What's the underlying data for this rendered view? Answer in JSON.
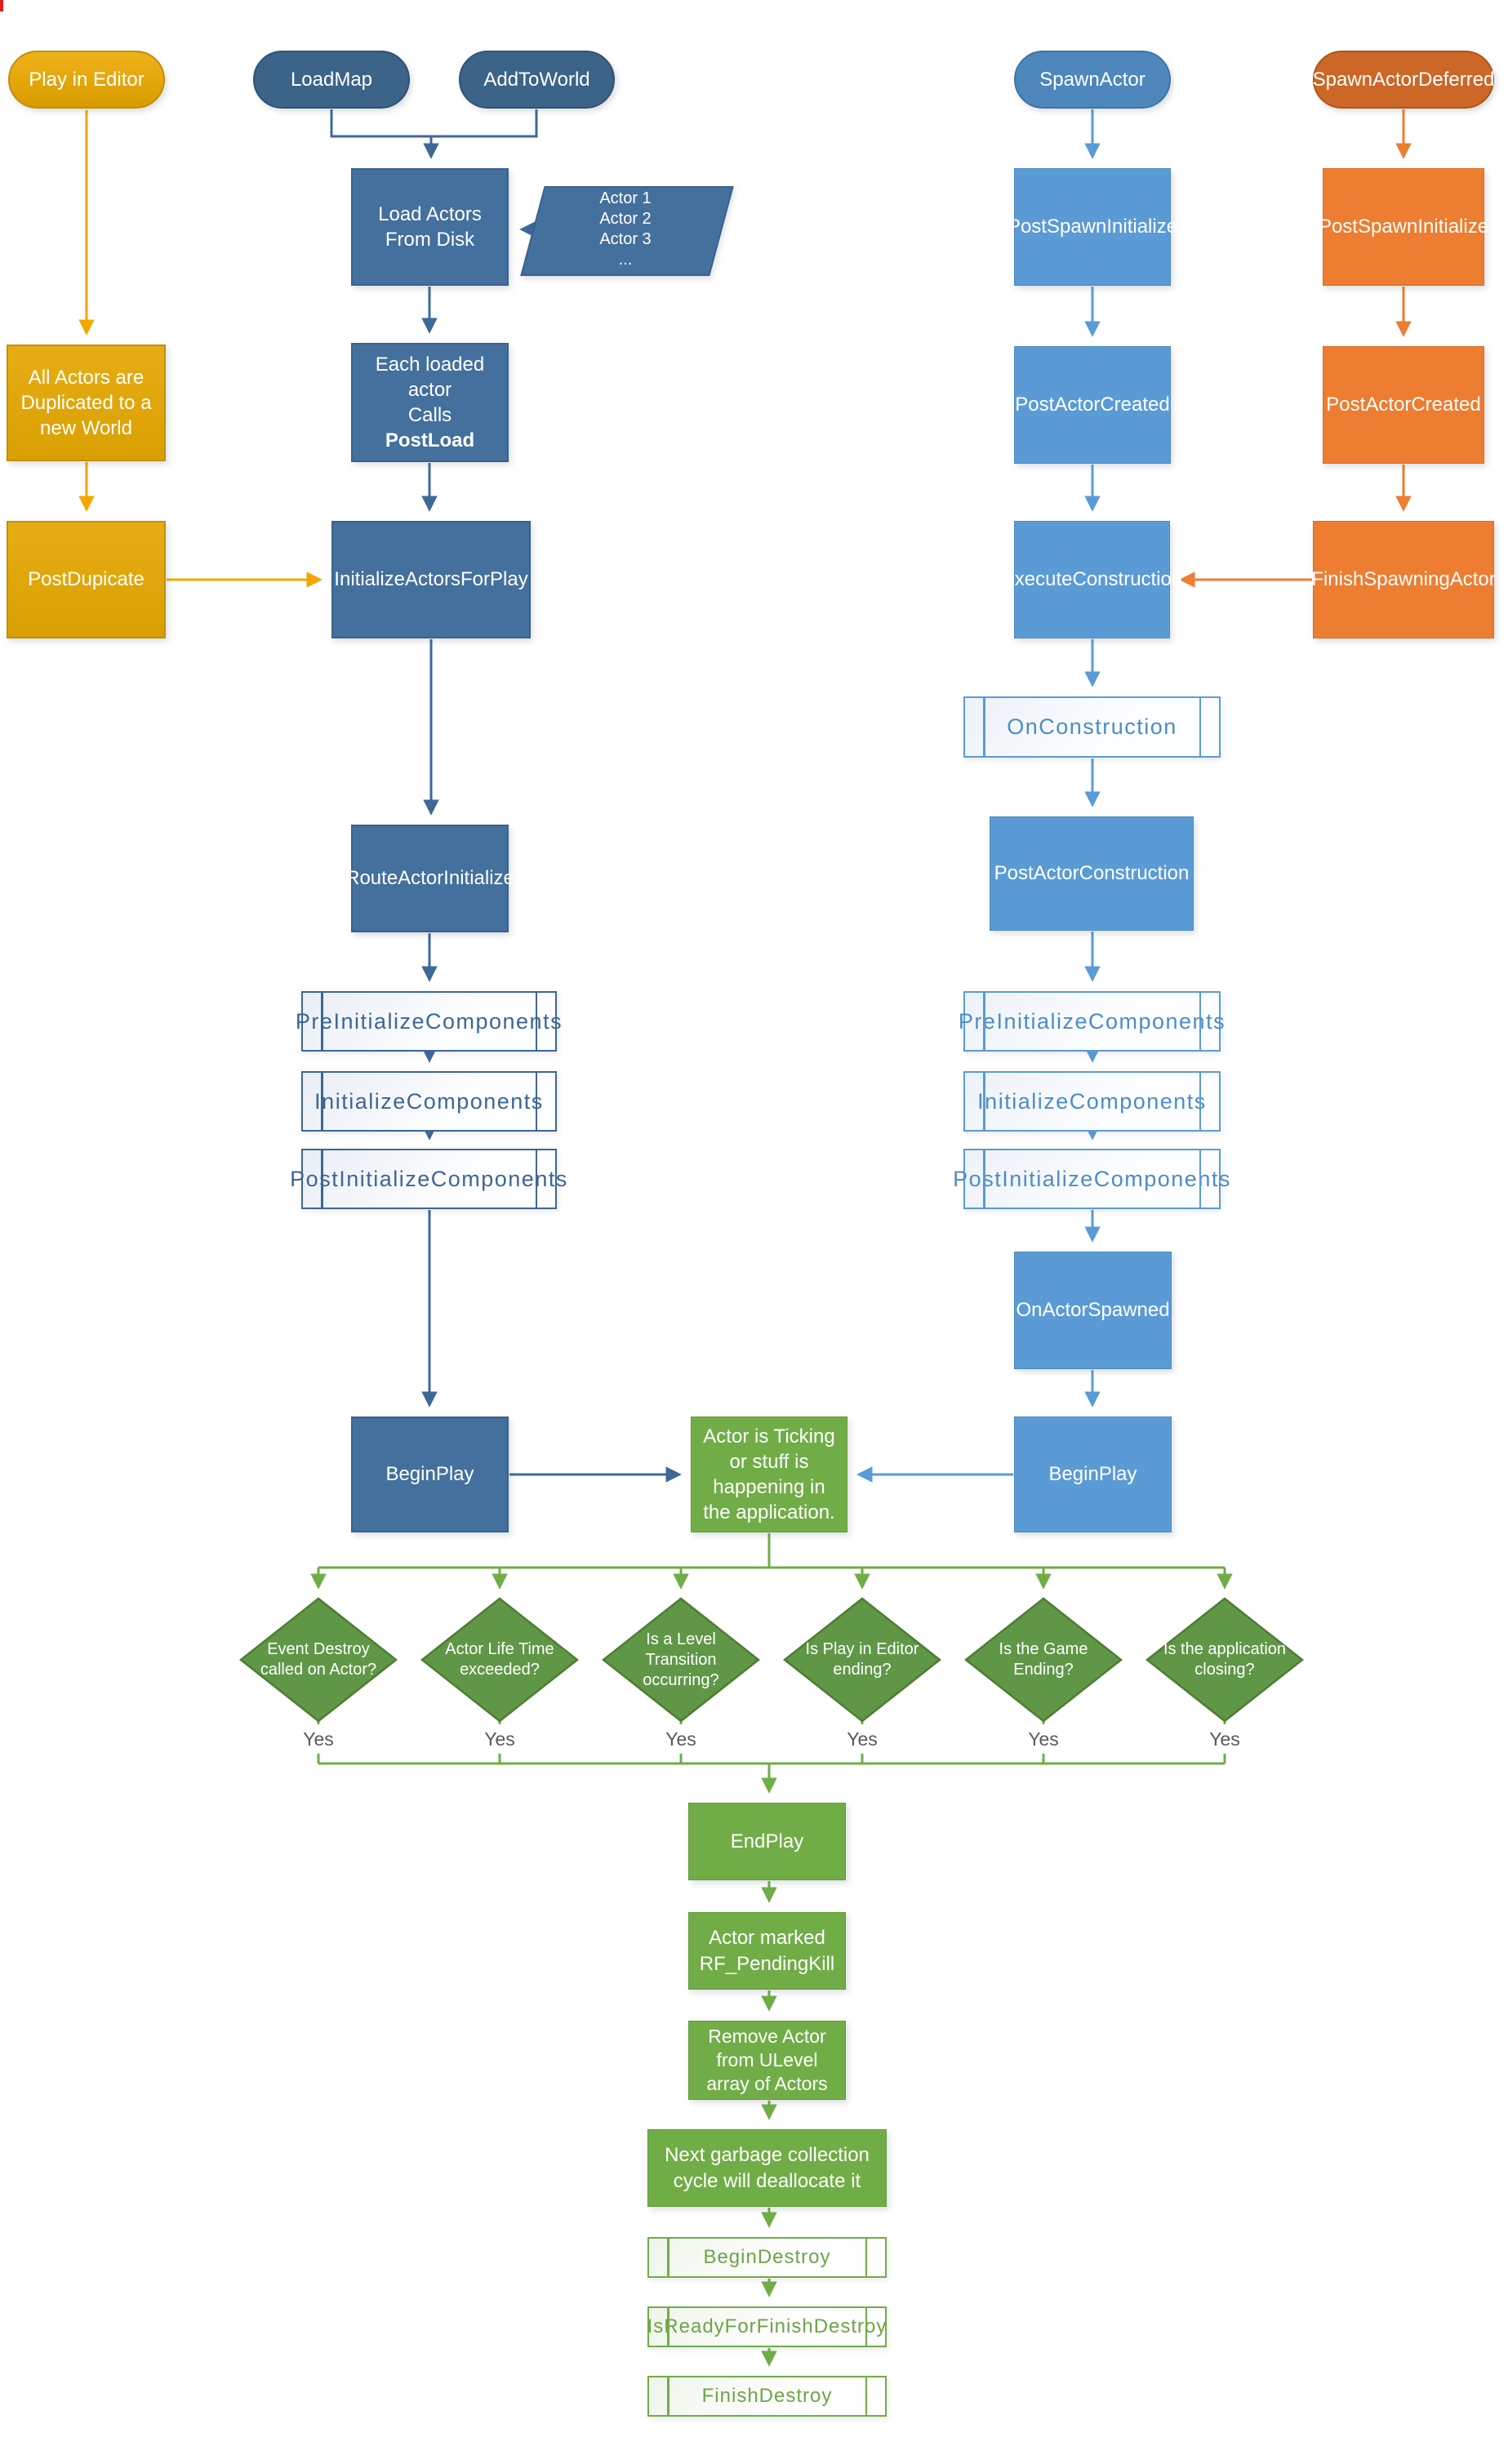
{
  "nodes": {
    "playInEditor": "Play in Editor",
    "loadMap": "LoadMap",
    "addToWorld": "AddToWorld",
    "spawnActor": "SpawnActor",
    "spawnActorDeferred": "SpawnActorDeferred",
    "loadActorsFromDisk": "Load Actors From Disk",
    "actorList": [
      "Actor 1",
      "Actor 2",
      "Actor 3",
      "..."
    ],
    "allActorsDuplicated": "All Actors are Duplicated to a new World",
    "eachLoadedActor": {
      "line1": "Each loaded actor",
      "line2prefix": "Calls ",
      "line2bold": "PostLoad"
    },
    "postDupicate": "PostDupicate",
    "initializeActorsForPlay": "InitializeActorsForPlay",
    "routeActorInitialize": "RouteActorInitialize",
    "onConstruction": "OnConstruction",
    "postActorConstruction": "PostActorConstruction",
    "executeConstruction": "ExecuteConstruction",
    "finishSpawningActor": "FinishSpawningActor",
    "onActorSpawned": "OnActorSpawned",
    "actorTicking": "Actor is Ticking or stuff is happening in the application.",
    "endPlay": "EndPlay",
    "actorMarkedPendingKill": "Actor marked RF_PendingKill",
    "removeActorFromULevel": "Remove Actor from ULevel array of Actors",
    "nextGarbageCollection": "Next garbage collection cycle will deallocate it",
    "beginDestroy": "BeginDestroy",
    "isReadyForFinishDestroy": "IsReadyForFinishDestroy",
    "finishDestroy": "FinishDestroy",
    "decisions": [
      "Event Destroy called on Actor?",
      "Actor Life Time exceeded?",
      "Is a Level Transition occurring?",
      "Is Play in Editor ending?",
      "Is the Game Ending?",
      "Is the application closing?"
    ]
  },
  "shared": {
    "postSpawnInitialize": "PostSpawnInitialize",
    "postActorCreated": "PostActorCreated",
    "preInitializeComponents": "PreInitializeComponents",
    "initializeComponents": "InitializeComponents",
    "postInitializeComponents": "PostInitializeComponents",
    "beginPlay": "BeginPlay",
    "yes": "Yes"
  },
  "colors": {
    "gold": "#E0A50E",
    "darkBlue": "#3E6898",
    "lightBlue": "#5B9BD5",
    "orange": "#ED7D31",
    "green": "#70AD47",
    "diamondGreen": "#5F9747"
  }
}
